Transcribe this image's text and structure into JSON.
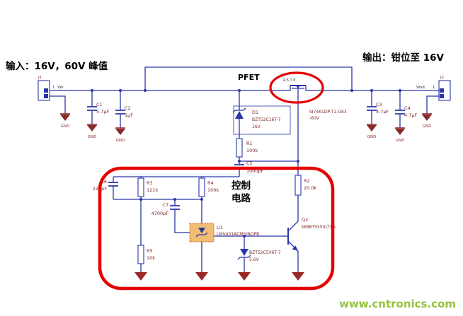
{
  "labels": {
    "input": "输入：16V，60V 峰值",
    "output": "输出：钳位至 16V",
    "pfet": "PFET",
    "control_line1": "控制",
    "control_line2": "电路",
    "gnd": "GND",
    "watermark": "www.cntronics.com"
  },
  "parts": {
    "j1": {
      "ref": "J1",
      "pin": "1",
      "net": "Vin"
    },
    "j2": {
      "ref": "J2",
      "pin": "1",
      "net": "Vout"
    },
    "c1": {
      "ref": "C1",
      "value": "4.7µF"
    },
    "c2": {
      "ref": "C2",
      "value": "1µF"
    },
    "c3": {
      "ref": "C3",
      "value": "4.7µF"
    },
    "c4": {
      "ref": "C4",
      "value": "4.7µF"
    },
    "c5": {
      "ref": "C5",
      "value": "1000pF"
    },
    "c6": {
      "ref": "C6",
      "value": "220pF"
    },
    "c7": {
      "ref": "C7",
      "value": "4700pF"
    },
    "r1": {
      "ref": "R1",
      "value": "100k"
    },
    "r2": {
      "ref": "R2",
      "value": "20.0k"
    },
    "r3": {
      "ref": "R3",
      "value": "121k"
    },
    "r4": {
      "ref": "R4",
      "value": "100k"
    },
    "r5": {
      "ref": "R5",
      "value": "10k"
    },
    "d1": {
      "ref": "D1",
      "value": "BZT52C16T-7",
      "rating": "16V"
    },
    "d2": {
      "value": "BZT52C5V6T-7",
      "rating": "5.6V"
    },
    "q1": {
      "pins": "4,5,7,8",
      "part": "SI7461DP-T1-GE3",
      "rating": "-60V"
    },
    "q2": {
      "ref": "Q2",
      "value": "MMBT5550LT1G"
    },
    "u1": {
      "ref": "U1",
      "value": "LMV431ACM5/NOPB"
    }
  },
  "colors": {
    "wire": "#2b35a8",
    "label": "#7d2828",
    "ground": "#8b2a2a",
    "highlight": "#e60000",
    "u1_fill": "#f0bd72",
    "watermark": "#95c13d"
  }
}
